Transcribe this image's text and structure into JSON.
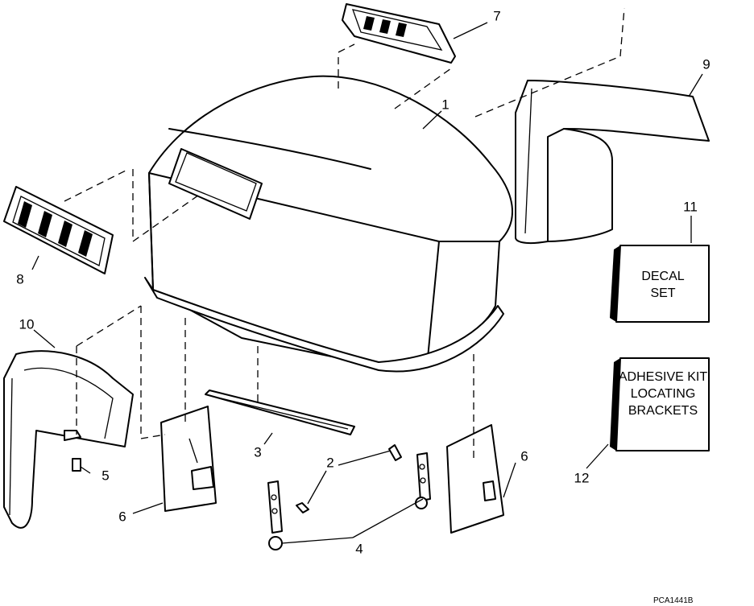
{
  "diagram": {
    "callouts": {
      "c1": "1",
      "c2": "2",
      "c3": "3",
      "c4": "4",
      "c5": "5",
      "c6a": "6",
      "c6b": "6",
      "c7": "7",
      "c8": "8",
      "c9": "9",
      "c10": "10",
      "c11": "11",
      "c12": "12"
    },
    "decal_box": {
      "line1": "DECAL",
      "line2": "SET"
    },
    "adhesive_box": {
      "line1": "ADHESIVE KIT",
      "line2": "LOCATING",
      "line3": "BRACKETS"
    },
    "figure_code": "PCA1441B"
  }
}
